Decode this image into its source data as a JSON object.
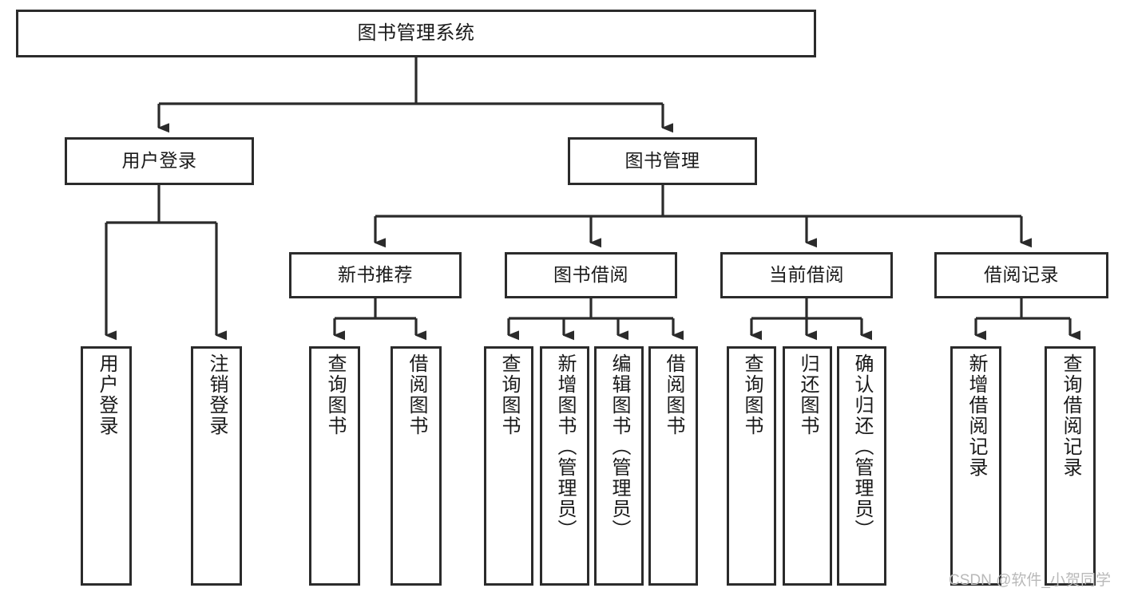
{
  "diagram": {
    "type": "tree-hierarchy-chart",
    "title": "图书管理系统",
    "line_color": "#2b2b2b",
    "box_fill": "#ffffff",
    "text_color": "#1a1a1a",
    "watermark": "CSDN @软件_小贺同学",
    "nodes": {
      "root": {
        "label": "图书管理系统"
      },
      "level2": [
        {
          "id": "user-login",
          "label": "用户登录"
        },
        {
          "id": "book-manage",
          "label": "图书管理"
        }
      ],
      "level3": [
        {
          "id": "new-book-recommend",
          "label": "新书推荐"
        },
        {
          "id": "book-borrow",
          "label": "图书借阅"
        },
        {
          "id": "current-borrow",
          "label": "当前借阅"
        },
        {
          "id": "borrow-record",
          "label": "借阅记录"
        }
      ],
      "leaves": {
        "user_login": [
          {
            "id": "leaf-user-login",
            "label": "用户登录"
          },
          {
            "id": "leaf-logout-login",
            "label": "注销登录"
          }
        ],
        "new_book_recommend": [
          {
            "id": "leaf-query-book-1",
            "label": "查询图书"
          },
          {
            "id": "leaf-borrow-book-1",
            "label": "借阅图书"
          }
        ],
        "book_borrow": [
          {
            "id": "leaf-query-book-2",
            "label": "查询图书"
          },
          {
            "id": "leaf-add-book",
            "label": "新增图书（管理员）"
          },
          {
            "id": "leaf-edit-book",
            "label": "编辑图书（管理员）"
          },
          {
            "id": "leaf-borrow-book-2",
            "label": "借阅图书"
          }
        ],
        "current_borrow": [
          {
            "id": "leaf-query-book-3",
            "label": "查询图书"
          },
          {
            "id": "leaf-return-book",
            "label": "归还图书"
          },
          {
            "id": "leaf-confirm-return",
            "label": "确认归还（管理员）"
          }
        ],
        "borrow_record": [
          {
            "id": "leaf-add-record",
            "label": "新增借阅记录"
          },
          {
            "id": "leaf-query-record",
            "label": "查询借阅记录"
          }
        ]
      }
    }
  }
}
